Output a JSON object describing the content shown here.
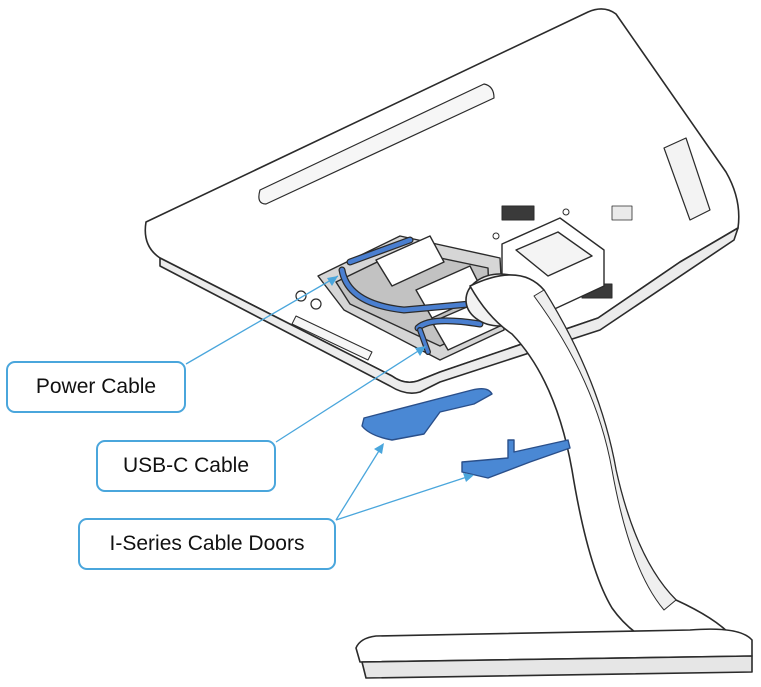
{
  "callouts": {
    "power_cable": "Power Cable",
    "usb_c_cable": "USB-C Cable",
    "cable_doors": "I-Series Cable Doors"
  },
  "colors": {
    "leader_line": "#4aa6dc",
    "callout_border": "#4aa6dc",
    "cable_door_fill": "#4a88d4",
    "cable_fill": "#4a7fd0",
    "device_outline": "#2b2b2b",
    "device_body": "#ffffff",
    "device_shade": "#ececec"
  }
}
